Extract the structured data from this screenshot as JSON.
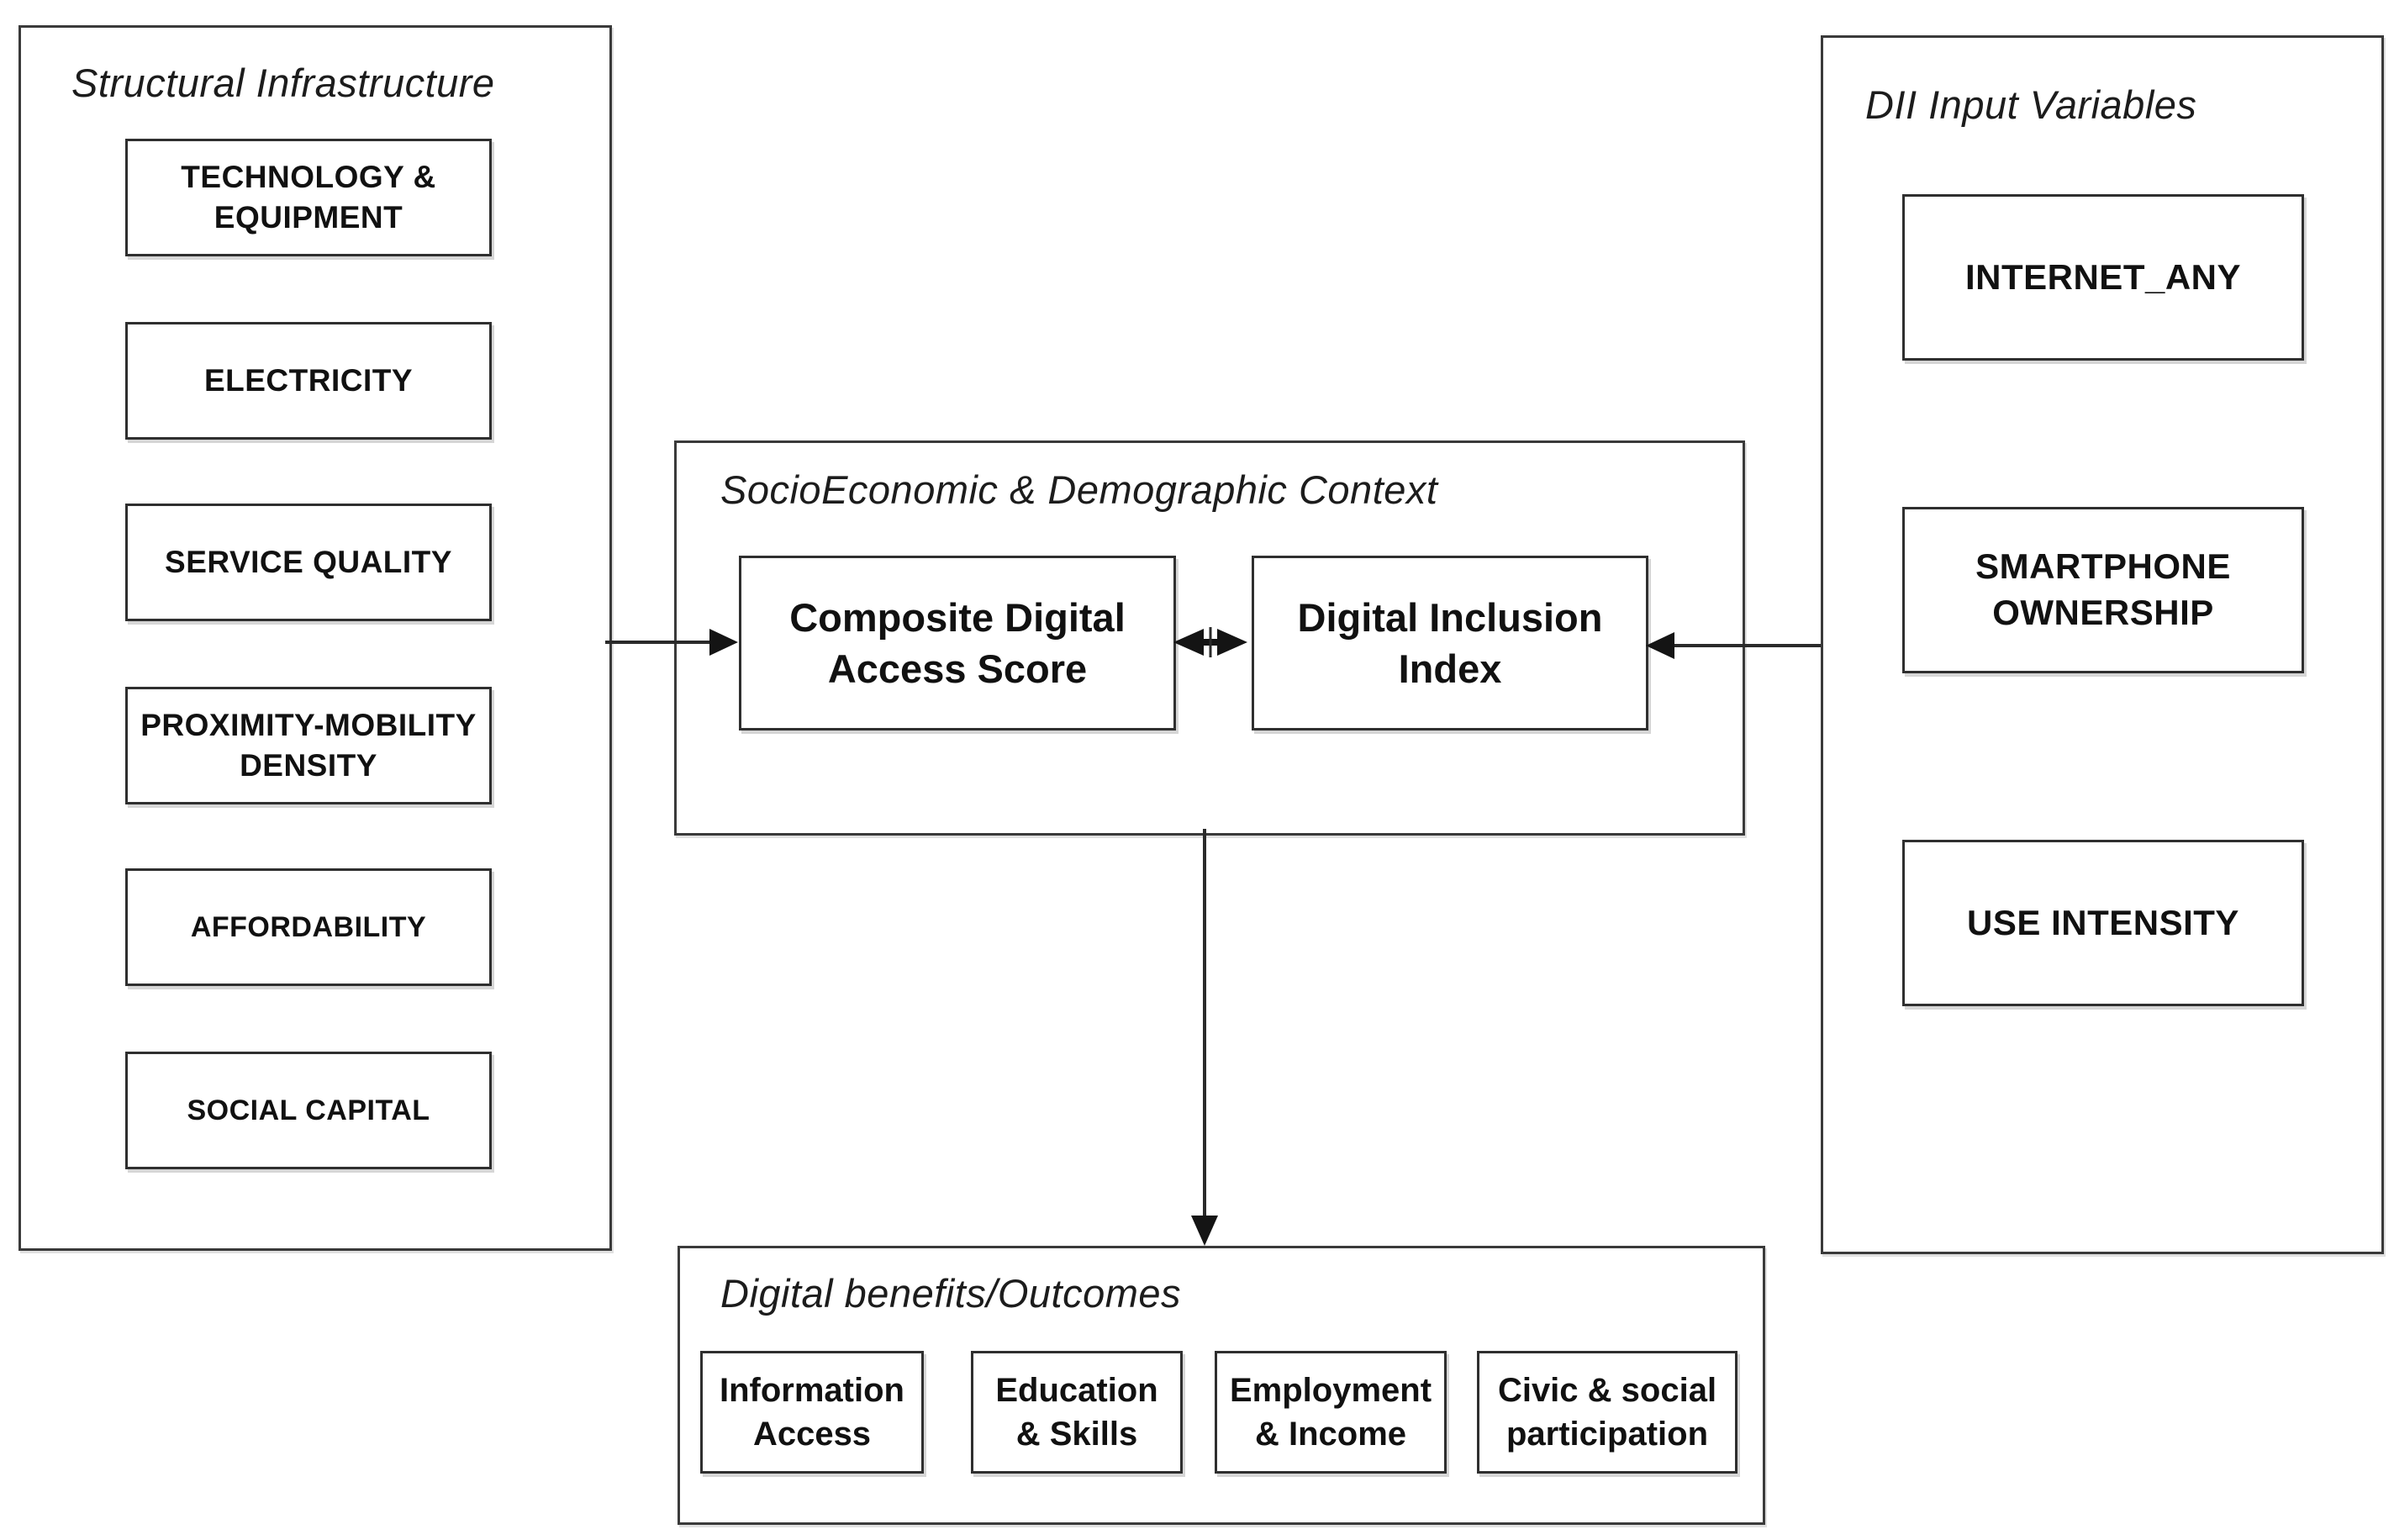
{
  "colors": {
    "background": "#ffffff",
    "line": "#2a2a2a",
    "text": "#111111"
  },
  "panels": {
    "structural": {
      "title": "Structural Infrastructure",
      "boxes": [
        "TECHNOLOGY & EQUIPMENT",
        "ELECTRICITY",
        "SERVICE QUALITY",
        "PROXIMITY-MOBILITY DENSITY",
        "AFFORDABILITY",
        "SOCIAL CAPITAL"
      ]
    },
    "context": {
      "title": "SocioEconomic & Demographic Context",
      "boxes": [
        "Composite Digital Access Score",
        "Digital Inclusion Index"
      ]
    },
    "dii": {
      "title": "DII Input Variables",
      "boxes": [
        "INTERNET_ANY",
        "SMARTPHONE OWNERSHIP",
        "USE INTENSITY"
      ]
    },
    "outcomes": {
      "title": "Digital benefits/Outcomes",
      "boxes": [
        "Information Access",
        "Education & Skills",
        "Employment & Income",
        "Civic & social participation"
      ]
    }
  },
  "arrows": [
    {
      "from": "structural-infrastructure-panel",
      "to": "composite-digital-access-score",
      "type": "single"
    },
    {
      "from": "dii-input-variables-panel",
      "to": "digital-inclusion-index",
      "type": "single"
    },
    {
      "from": "composite-digital-access-score",
      "to": "digital-inclusion-index",
      "type": "double"
    },
    {
      "from": "socioeconomic-context-panel",
      "to": "digital-benefits-outcomes-panel",
      "type": "single"
    }
  ]
}
